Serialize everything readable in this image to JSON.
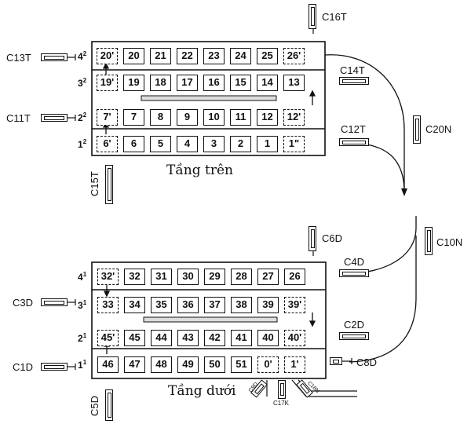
{
  "floors": {
    "upper": {
      "title": "Tầng trên",
      "rows": [
        {
          "label": "4",
          "sup": "2",
          "cells": [
            "20'",
            "20",
            "21",
            "22",
            "23",
            "24",
            "25",
            "26'"
          ],
          "dashed": [
            0,
            7
          ]
        },
        {
          "label": "3",
          "sup": "2",
          "cells": [
            "19'",
            "19",
            "18",
            "17",
            "16",
            "15",
            "14",
            "13"
          ],
          "dashed": [
            0
          ]
        },
        {
          "label": "2",
          "sup": "2",
          "cells": [
            "7'",
            "7",
            "8",
            "9",
            "10",
            "11",
            "12",
            "12'"
          ],
          "dashed": [
            0,
            7
          ]
        },
        {
          "label": "1",
          "sup": "2",
          "cells": [
            "6'",
            "6",
            "5",
            "4",
            "3",
            "2",
            "1",
            "1\""
          ],
          "dashed": [
            0,
            7
          ]
        }
      ]
    },
    "lower": {
      "title": "Tầng dưới",
      "rows": [
        {
          "label": "4",
          "sup": "1",
          "cells": [
            "32'",
            "32",
            "31",
            "30",
            "29",
            "28",
            "27",
            "26"
          ],
          "dashed": [
            0
          ]
        },
        {
          "label": "3",
          "sup": "1",
          "cells": [
            "33",
            "34",
            "35",
            "36",
            "37",
            "38",
            "39",
            "39'"
          ],
          "dashed": [
            0,
            7
          ]
        },
        {
          "label": "2",
          "sup": "1",
          "cells": [
            "45'",
            "45",
            "44",
            "43",
            "42",
            "41",
            "40",
            "40'"
          ],
          "dashed": [
            0,
            7
          ]
        },
        {
          "label": "1",
          "sup": "1",
          "cells": [
            "46",
            "47",
            "48",
            "49",
            "50",
            "51",
            "0'",
            "1'"
          ],
          "dashed": [
            6,
            7
          ]
        }
      ]
    }
  },
  "sensors": {
    "C16T": "C16T",
    "C13T": "C13T",
    "C14T": "C14T",
    "C11T": "C11T",
    "C12T": "C12T",
    "C20N": "C20N",
    "C15T": "C15T",
    "C6D": "C6D",
    "C10N": "C10N",
    "C4D": "C4D",
    "C3D": "C3D",
    "C2D": "C2D",
    "C1D": "C1D",
    "C8D": "C8D",
    "C5D": "C5D",
    "C17K": "C17K",
    "C9D": "C9D",
    "C18N": "C18N"
  }
}
